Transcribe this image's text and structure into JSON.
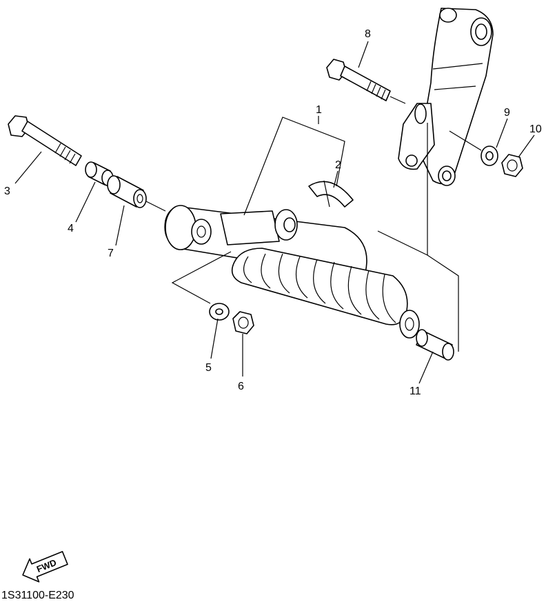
{
  "diagram": {
    "callouts": [
      "1",
      "2",
      "3",
      "4",
      "5",
      "6",
      "7",
      "8",
      "9",
      "10",
      "11"
    ],
    "drawing_code": "1S31100-E230",
    "fwd_label": "FWD"
  }
}
